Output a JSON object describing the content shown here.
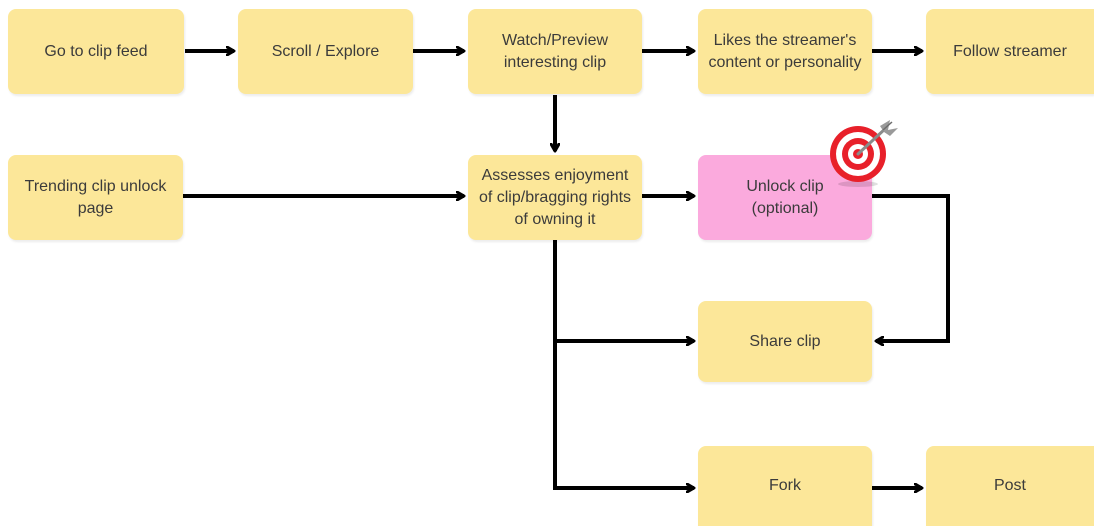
{
  "colors": {
    "note": "#fce799",
    "highlight": "#fbaadd",
    "arrow": "#000000",
    "text": "#3b3b3b"
  },
  "nodes": {
    "go_to_clip_feed": "Go to clip feed",
    "scroll_explore": "Scroll / Explore",
    "watch_preview": "Watch/Preview interesting clip",
    "likes_streamer": "Likes the streamer's content or personality",
    "follow_streamer": "Follow streamer",
    "trending_unlock_page": "Trending clip unlock page",
    "assesses_enjoyment": "Assesses enjoyment of clip/bragging rights of owning it",
    "unlock_clip": "Unlock clip\n(optional)",
    "share_clip": "Share clip",
    "fork": "Fork",
    "post": "Post"
  },
  "icons": {
    "unlock_marker": "target-bullseye-icon"
  }
}
